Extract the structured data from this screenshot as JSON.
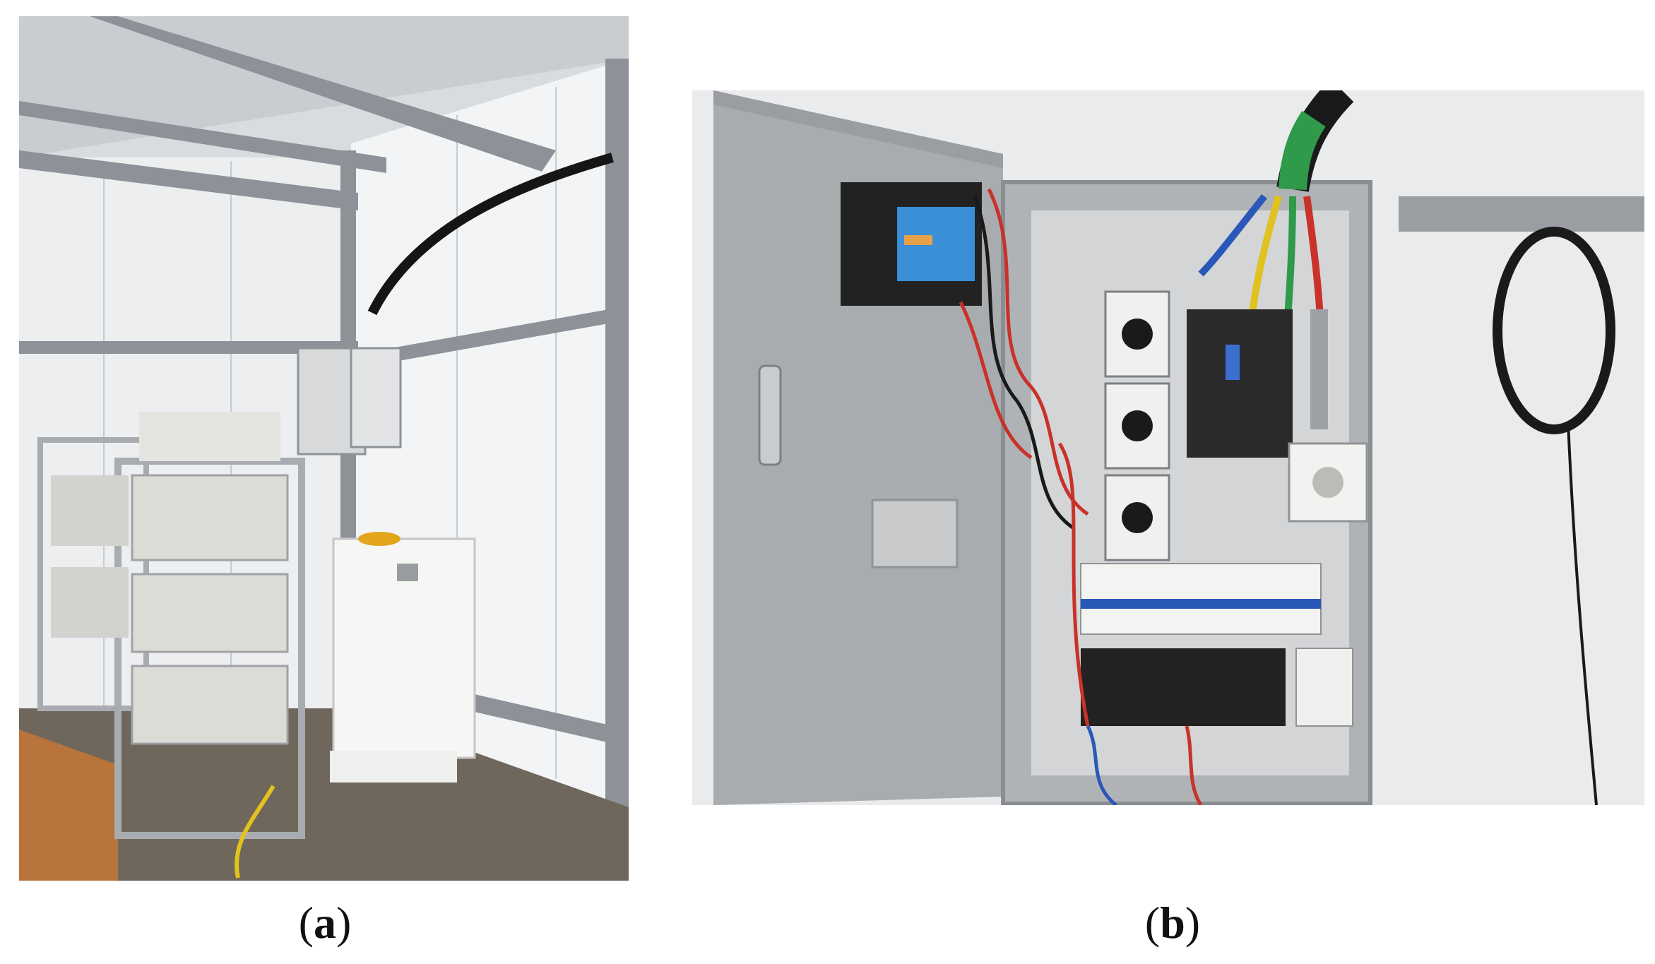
{
  "figure": {
    "panels": [
      {
        "id": "a",
        "label": "a",
        "description_icon": "battery-container-photo"
      },
      {
        "id": "b",
        "label": "b",
        "description_icon": "electrical-cabinet-photo"
      }
    ],
    "colors": {
      "wall": "#e8eaec",
      "steel": "#8d9298",
      "floor": "#6f665c",
      "cabinet": "#a9acaf",
      "cable_green": "#2f9a4a",
      "cable_yellow": "#e0c21f",
      "cable_red": "#c8322a",
      "cable_blue": "#2a58b8",
      "charger_blue": "#3a8fd6"
    }
  }
}
